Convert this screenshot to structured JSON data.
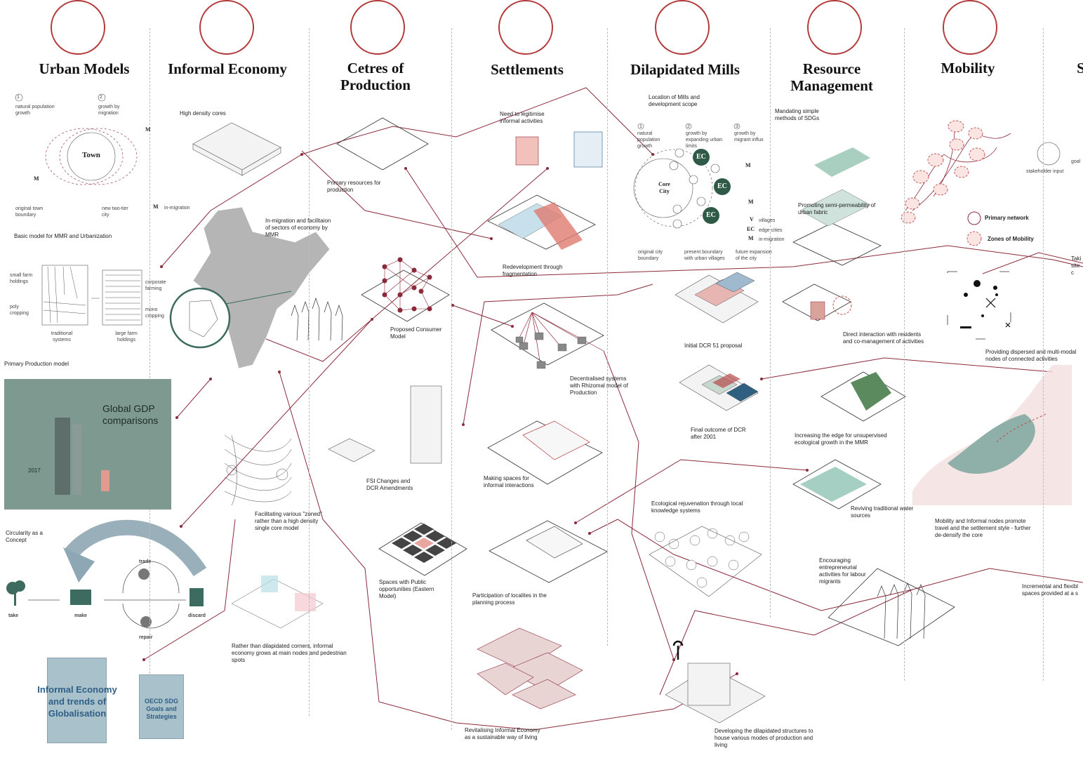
{
  "columns": [
    {
      "id": "urban-models",
      "title": "Urban Models"
    },
    {
      "id": "informal-economy",
      "title": "Informal Economy"
    },
    {
      "id": "centres-of-production",
      "title": "Cetres of Production"
    },
    {
      "id": "settlements",
      "title": "Settlements"
    },
    {
      "id": "dilapidated-mills",
      "title": "Dilapidated Mills"
    },
    {
      "id": "resource-management",
      "title": "Resource Management"
    },
    {
      "id": "mobility",
      "title": "Mobility"
    },
    {
      "id": "partial",
      "title": "S"
    }
  ],
  "urban_models": {
    "n1": "1",
    "natural_growth": "natural population growth",
    "n2": "2",
    "migration_growth": "growth by migration",
    "town": "Town",
    "m": "M",
    "original_boundary": "original town boundary",
    "new_city": "new two-tier city",
    "in_migration": "in-migration",
    "basic_model": "Basic model for MMR and Urbanization",
    "small_farm": "small farm holdings",
    "poly": "poly cropping",
    "traditional": "traditional systems",
    "large_farm": "large farm holdings",
    "corporate": "corporate farming",
    "mono": "mono cropping",
    "primary_production": "Primary Production model",
    "gdp_title": "Global GDP comparisons",
    "gdp_year": "2017",
    "circularity": "Circularity as a Concept",
    "take": "take",
    "make": "make",
    "discard": "discard",
    "trade": "trade",
    "repair": "repair",
    "card1": "Informal Economy and trends of Globalisation",
    "card2": "OECD SDG Goals and Strategies"
  },
  "informal_economy": {
    "high_density": "High density cores",
    "in_migration": "In-migration and facilitaion of sectors of economy by MMR",
    "zoned": "Facilitating various \"zoned\" rather than a high density single core model",
    "corners": "Rather than dilapidated corners, informal economy grows at main nodes and pedestrian spots"
  },
  "production": {
    "primary_resources": "Primary resources for production",
    "consumer_model": "Proposed Consumer Model",
    "fsi": "FSI Changes and DCR Amendments",
    "spaces": "Spaces with Public opportunities (Eastern Model)"
  },
  "settlements": {
    "legitimise": "Need to legitimise informal activities",
    "redevelopment": "Redevelopment through fragmentation",
    "decentralised": "Decentralised systems with Rhizomal model of Production",
    "informal_interactions": "Making spaces for informal interactions",
    "participation": "Participation of localites in the planning process",
    "revitalising": "Revitalising Informal Economy as a sustainable way of living"
  },
  "mills": {
    "location": "Location of Mills and development scope",
    "n1": "1",
    "natural": "natural population growth",
    "n2": "2",
    "expanding": "growth by expanding urban limits",
    "n3": "3",
    "influx": "growth by migrant influx",
    "core": "Core City",
    "ec": "EC",
    "v": "V",
    "m": "M",
    "villages": "villages",
    "edge": "edge cities",
    "inm": "in-migration",
    "orig": "original city boundary",
    "present": "present boundary with urban villages",
    "future": "future expansion of the city",
    "initial": "Initial DCR 51 proposal",
    "final": "Final outcome of DCR after 2001",
    "eco": "Ecological rejuvenation through local knowledge systems",
    "developing": "Developing the dilapidated structures to house various modes of production and living"
  },
  "resources": {
    "mandating": "Mandating simple methods of SDGs",
    "promoting": "Promoting semi-permeability of urban fabric",
    "direct": "Direct interaction with residents and co-management of activities",
    "edge": "Increasing the edge for unsupervised ecological growth in the MMR",
    "reviving": "Reviving traditional water sources",
    "encouraging": "Encouraging entrepreneurial activities for labour migrants"
  },
  "mobility": {
    "primary": "Primary network",
    "zones": "Zones of Mobility",
    "providing": "Providing dispersed and multi-modal nodes of connected activities",
    "nodes": "Mobility and Informal nodes promote travel and the settlement style - further de-densify the core",
    "stakeholder": "stakeholder input",
    "goal": "goal",
    "taki": "Taki site c",
    "incremental": "Incremental and flexibl spaces provided at a s"
  },
  "colors": {
    "accent": "#8b2a3a",
    "teal": "#2f5a48",
    "sage": "#7e9a90",
    "pink": "#e8a6a0",
    "blue": "#4a7fa6"
  }
}
